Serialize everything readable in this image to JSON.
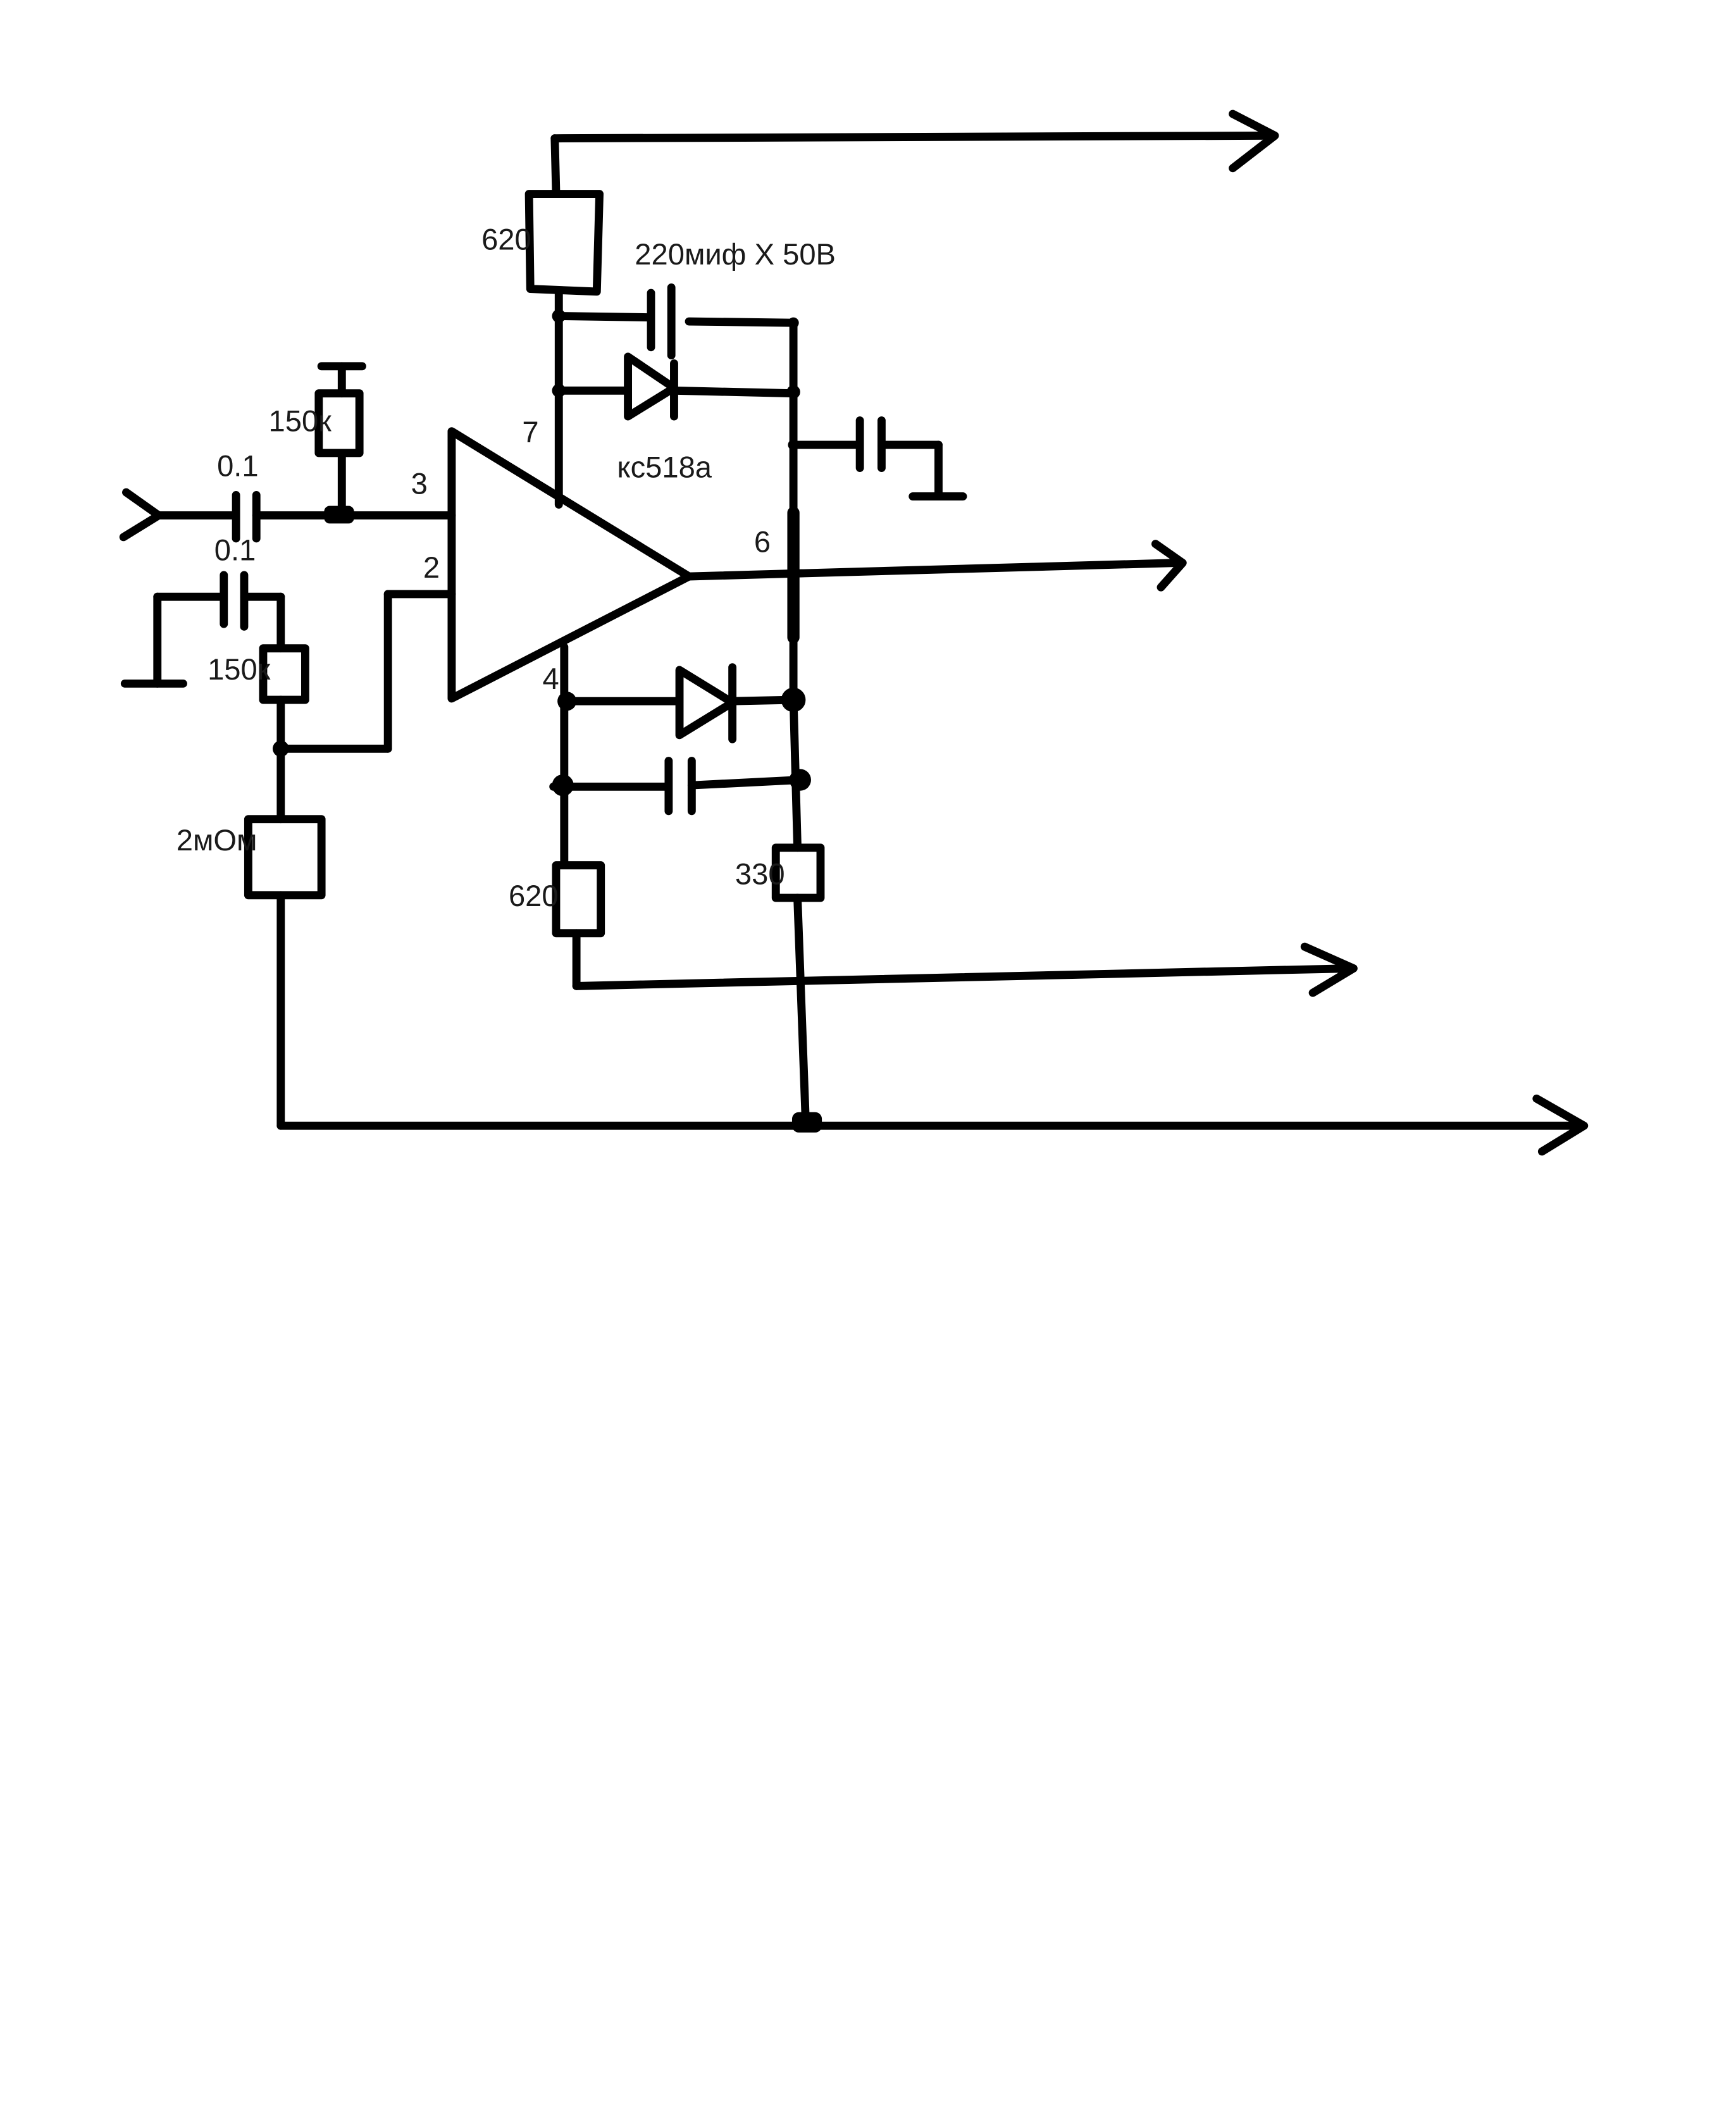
{
  "schematic": {
    "labels": {
      "r_top_620": "620",
      "c_220": "220миф X 50В",
      "zener_name": "кс518а",
      "r_bias_top": "150к",
      "c_in_top": "0.1",
      "c_in_bottom": "0.1",
      "r_bias_bottom": "150к",
      "r_2mohm": "2мОм",
      "pin3": "3",
      "pin2": "2",
      "pin7": "7",
      "pin6": "6",
      "pin4": "4",
      "r_bottom_620": "620",
      "r_330": "330"
    }
  }
}
